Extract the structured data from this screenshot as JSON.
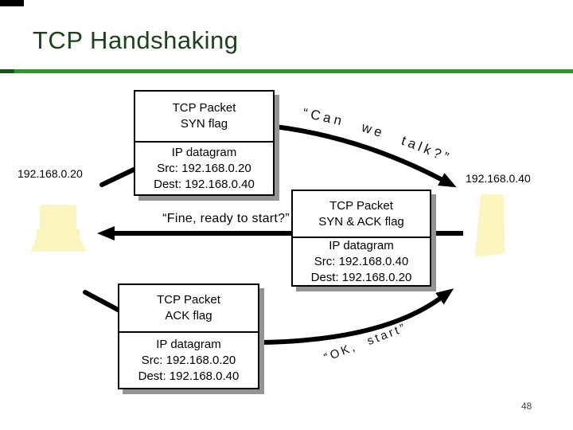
{
  "slide": {
    "title": "TCP Handshaking",
    "page_number": "48"
  },
  "hosts": {
    "left_ip": "192.168.0.20",
    "right_ip": "192.168.0.40"
  },
  "packets": [
    {
      "tcp_line1": "TCP Packet",
      "tcp_line2": "SYN flag",
      "ip_line1": "IP datagram",
      "ip_line2": "Src: 192.168.0.20",
      "ip_line3": "Dest: 192.168.0.40"
    },
    {
      "tcp_line1": "TCP Packet",
      "tcp_line2": "SYN & ACK flag",
      "ip_line1": "IP datagram",
      "ip_line2": "Src: 192.168.0.40",
      "ip_line3": "Dest: 192.168.0.20"
    },
    {
      "tcp_line1": "TCP Packet",
      "tcp_line2": "ACK flag",
      "ip_line1": "IP datagram",
      "ip_line2": "Src: 192.168.0.20",
      "ip_line3": "Dest: 192.168.0.40"
    }
  ],
  "messages": {
    "syn": "“Can we talk?”",
    "syn_ack": "“Fine, ready to start?”",
    "ack": "“OK, start”"
  },
  "colors": {
    "title_green": "#1B421B",
    "rule_green": "#1FA11F",
    "rule_green_dark": "#0D5C0D",
    "shadow_gray": "#949494",
    "arrow_black": "#000000",
    "computer_yellow": "#FAF4BE"
  }
}
